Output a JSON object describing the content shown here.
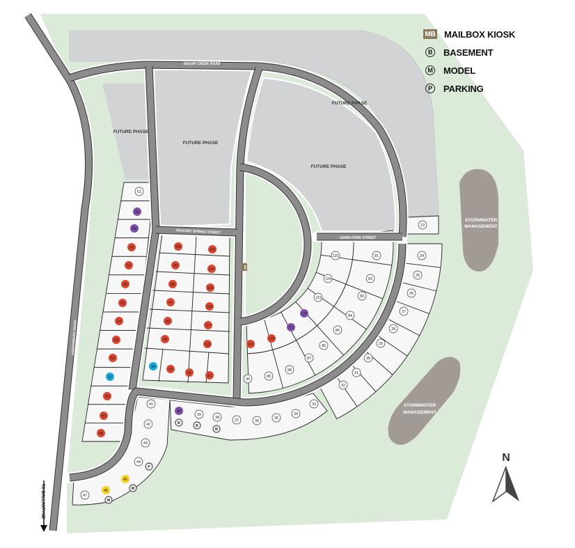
{
  "legend": [
    {
      "symbol": "MB",
      "label": "MAILBOX KIOSK",
      "type": "box"
    },
    {
      "symbol": "B",
      "label": "BASEMENT",
      "type": "circle"
    },
    {
      "symbol": "M",
      "label": "MODEL",
      "type": "circle"
    },
    {
      "symbol": "P",
      "label": "PARKING",
      "type": "circle"
    }
  ],
  "areas": {
    "future_phase": "FUTURE PHASE",
    "stormwater_1": "STORMWATER",
    "stormwater_2": "MANAGEMENT",
    "mailbox": "MB"
  },
  "streets": {
    "sugar_creek_top": "SUGAR CREEK ROAD",
    "sugar_creek_bottom": "SUGAR CREEK ROAD",
    "hickory_spring": "HICKORY SPRING STREET",
    "lewis_fork": "LEWIS FORK STREET",
    "harrisburg": "HARRISBURG ROAD",
    "to_ballantyne": "TO BALLANTYNE"
  },
  "compass": "N",
  "colors": {
    "red": "#d9452e",
    "purple": "#7b4fa8",
    "blue": "#1ba8d8",
    "yellow": "#f4d12a",
    "green_space": "#dcebd9",
    "road": "#8c8c8c",
    "future_phase": "#d2d3d5",
    "stormwater": "#a29b95"
  },
  "lots": [
    {
      "n": "23",
      "c": "none"
    },
    {
      "n": "24",
      "c": "none"
    },
    {
      "n": "25",
      "c": "none"
    },
    {
      "n": "26",
      "c": "none"
    },
    {
      "n": "27",
      "c": "none"
    },
    {
      "n": "28",
      "c": "none"
    },
    {
      "n": "29",
      "c": "none"
    },
    {
      "n": "30",
      "c": "none"
    },
    {
      "n": "31",
      "c": "none"
    },
    {
      "n": "32",
      "c": "none"
    },
    {
      "n": "33",
      "c": "none"
    },
    {
      "n": "34",
      "c": "none"
    },
    {
      "n": "35",
      "c": "none"
    },
    {
      "n": "36",
      "c": "none"
    },
    {
      "n": "37",
      "c": "none"
    },
    {
      "n": "38",
      "c": "none",
      "m": "B"
    },
    {
      "n": "39",
      "c": "none",
      "m": "B"
    },
    {
      "n": "40",
      "c": "purple",
      "m": "B"
    },
    {
      "n": "41",
      "c": "none"
    },
    {
      "n": "42",
      "c": "none"
    },
    {
      "n": "43",
      "c": "none"
    },
    {
      "n": "44",
      "c": "none",
      "m": "P"
    },
    {
      "n": "45",
      "c": "yellow",
      "m": "M"
    },
    {
      "n": "46",
      "c": "yellow",
      "m": "M"
    },
    {
      "n": "47",
      "c": "none"
    },
    {
      "n": "48",
      "c": "red"
    },
    {
      "n": "49",
      "c": "red"
    },
    {
      "n": "50",
      "c": "red"
    },
    {
      "n": "51",
      "c": "blue"
    },
    {
      "n": "52",
      "c": "red"
    },
    {
      "n": "53",
      "c": "red"
    },
    {
      "n": "54",
      "c": "red"
    },
    {
      "n": "55",
      "c": "red"
    },
    {
      "n": "56",
      "c": "red"
    },
    {
      "n": "57",
      "c": "red"
    },
    {
      "n": "58",
      "c": "red"
    },
    {
      "n": "59",
      "c": "purple"
    },
    {
      "n": "60",
      "c": "purple"
    },
    {
      "n": "61",
      "c": "none"
    },
    {
      "n": "81",
      "c": "none"
    },
    {
      "n": "82",
      "c": "none"
    },
    {
      "n": "83",
      "c": "none"
    },
    {
      "n": "84",
      "c": "none"
    },
    {
      "n": "85",
      "c": "none"
    },
    {
      "n": "86",
      "c": "none"
    },
    {
      "n": "87",
      "c": "none"
    },
    {
      "n": "88",
      "c": "none"
    },
    {
      "n": "89",
      "c": "none"
    },
    {
      "n": "90",
      "c": "none"
    },
    {
      "n": "91",
      "c": "red"
    },
    {
      "n": "92",
      "c": "red"
    },
    {
      "n": "93",
      "c": "red"
    },
    {
      "n": "94",
      "c": "blue"
    },
    {
      "n": "95",
      "c": "red"
    },
    {
      "n": "96",
      "c": "red"
    },
    {
      "n": "97",
      "c": "red"
    },
    {
      "n": "98",
      "c": "red"
    },
    {
      "n": "99",
      "c": "red"
    },
    {
      "n": "100",
      "c": "red"
    },
    {
      "n": "113",
      "c": "red"
    },
    {
      "n": "114",
      "c": "red"
    },
    {
      "n": "115",
      "c": "red"
    },
    {
      "n": "116",
      "c": "red"
    },
    {
      "n": "117",
      "c": "red"
    },
    {
      "n": "118",
      "c": "red"
    },
    {
      "n": "119",
      "c": "red"
    },
    {
      "n": "120",
      "c": "red"
    },
    {
      "n": "121",
      "c": "purple"
    },
    {
      "n": "122",
      "c": "purple"
    },
    {
      "n": "123",
      "c": "none"
    },
    {
      "n": "124",
      "c": "none"
    },
    {
      "n": "125",
      "c": "none"
    }
  ]
}
